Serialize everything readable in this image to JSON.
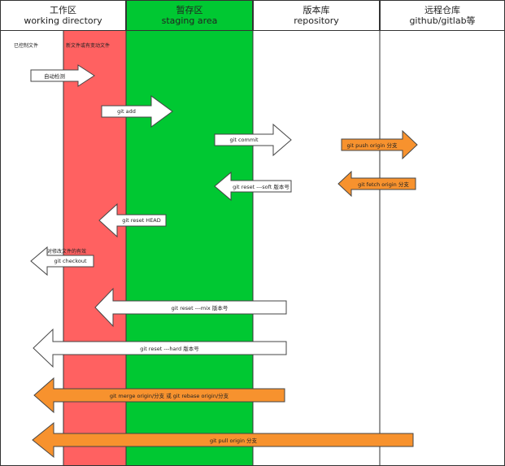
{
  "columns": [
    {
      "title": "工作区",
      "subtitle": "working directory",
      "color": "#ffffff"
    },
    {
      "title": "暂存区",
      "subtitle": "staging area",
      "color": "#00c832"
    },
    {
      "title": "版本库",
      "subtitle": "repository",
      "color": "#ffffff"
    },
    {
      "title": "远程仓库",
      "subtitle": "github/gitlab等",
      "color": "#ffffff"
    }
  ],
  "band_color": "#ff6161",
  "notes": {
    "tracked": "已控制文件",
    "new_files": "新文件或有变动文件",
    "checkout_note": "对修改文件的有效"
  },
  "arrows": [
    {
      "label": "自动检测",
      "color": "#ffffff"
    },
    {
      "label": "git add",
      "color": "#ffffff"
    },
    {
      "label": "git commit",
      "color": "#ffffff"
    },
    {
      "label": "git push origin 分支",
      "color": "#f7922e"
    },
    {
      "label": "git reset ---soft 版本号",
      "color": "#ffffff"
    },
    {
      "label": "git fetch origin 分支",
      "color": "#f7922e"
    },
    {
      "label": "git reset HEAD",
      "color": "#ffffff"
    },
    {
      "label": "git checkout",
      "color": "#ffffff"
    },
    {
      "label": "git reset ---mix 版本号",
      "color": "#ffffff"
    },
    {
      "label": "git reset ---hard 版本号",
      "color": "#ffffff"
    },
    {
      "label": "git merge origin/分支 或 git rebase origin/分支",
      "color": "#f7922e"
    },
    {
      "label": "git pull origin 分支",
      "color": "#f7922e"
    }
  ]
}
